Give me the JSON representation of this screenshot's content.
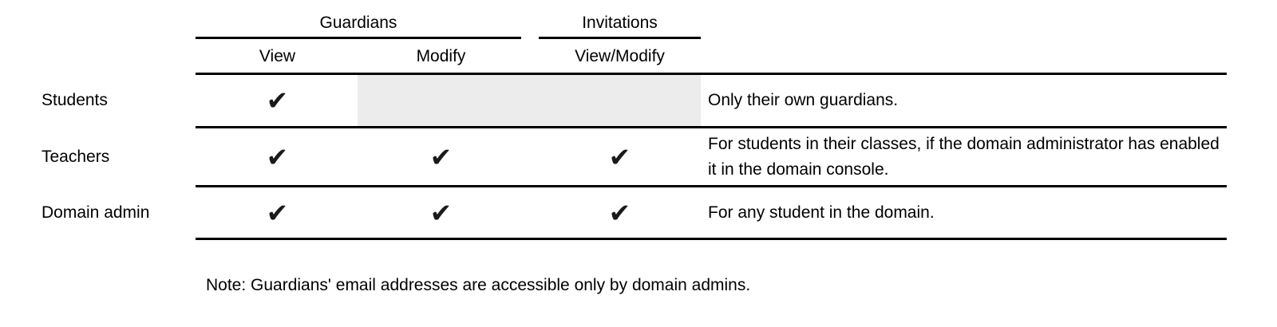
{
  "table": {
    "groups": [
      {
        "label": "Guardians"
      },
      {
        "label": "Invitations"
      }
    ],
    "columns": [
      "View",
      "Modify",
      "View/Modify"
    ],
    "check_glyph": "✔",
    "rows": [
      {
        "role": "Students",
        "cells": [
          "✔",
          "",
          ""
        ],
        "not_applicable": [
          "Modify",
          "View/Modify"
        ],
        "note": "Only their own guardians."
      },
      {
        "role": "Teachers",
        "cells": [
          "✔",
          "✔",
          "✔"
        ],
        "note": "For students in their classes, if the domain administrator has enabled it in the domain console."
      },
      {
        "role": "Domain admin",
        "cells": [
          "✔",
          "✔",
          "✔"
        ],
        "note": "For any student in the domain."
      }
    ]
  },
  "footnote": "Note: Guardians' email addresses are accessible only by domain admins.",
  "colors": {
    "text": "#000000",
    "rule": "#000000",
    "not_applicable_bg": "#ececec",
    "background": "#ffffff"
  }
}
